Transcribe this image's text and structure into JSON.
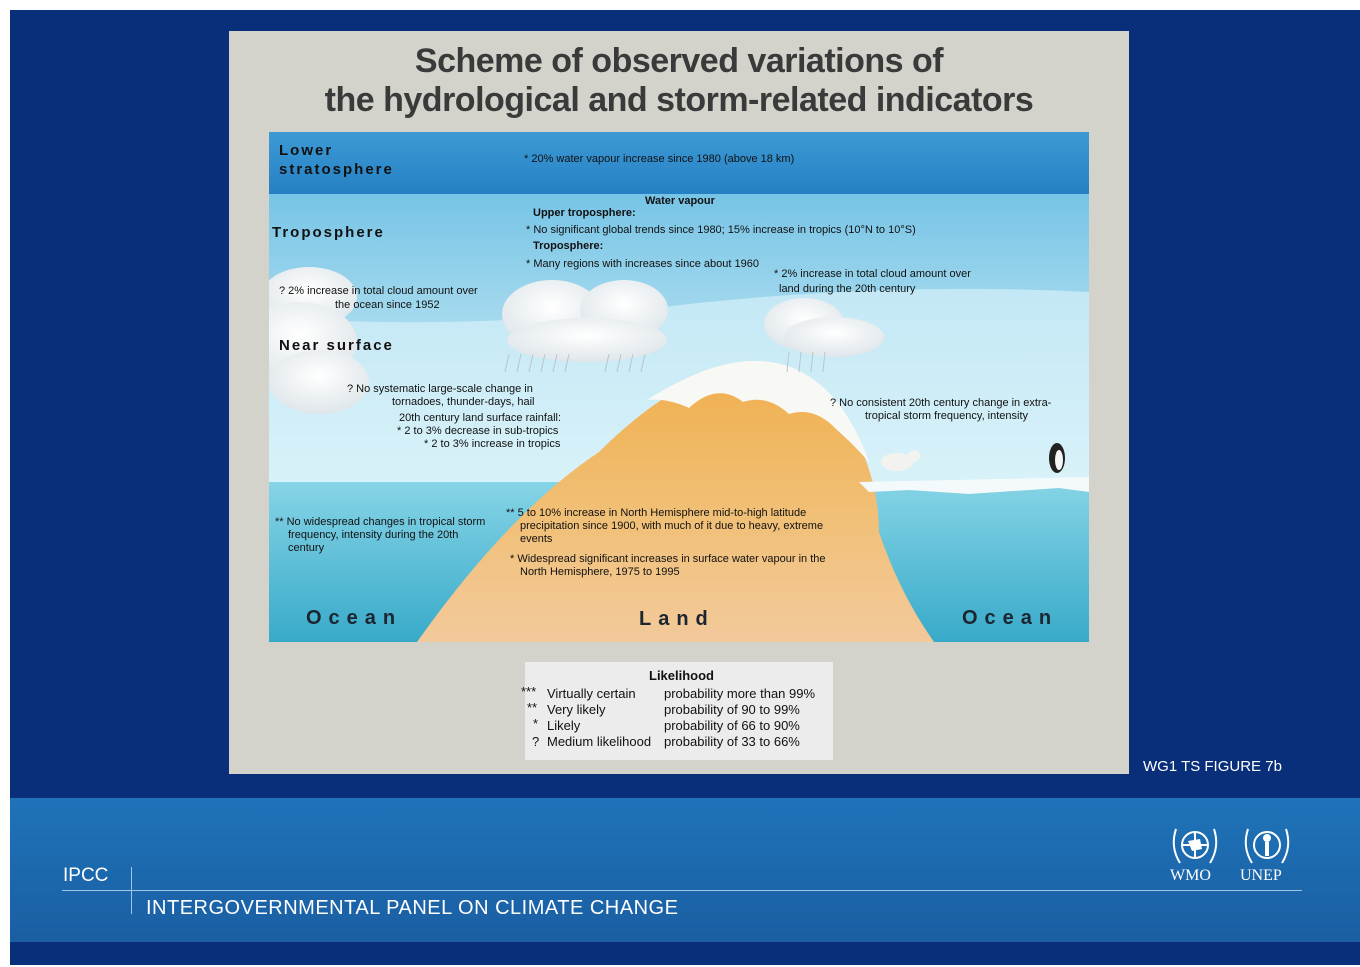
{
  "title": {
    "line1": "Scheme of observed variations of",
    "line2": "the hydrological and storm-related indicators"
  },
  "diagram": {
    "layers": {
      "lower_stratosphere_line1": "Lower",
      "lower_stratosphere_line2": "stratosphere",
      "troposphere": "Troposphere",
      "near_surface": "Near surface"
    },
    "regions": {
      "ocean_left": "Ocean",
      "land": "Land",
      "ocean_right": "Ocean"
    },
    "notes": {
      "stratosphere": "* 20% water vapour increase since 1980 (above 18 km)",
      "water_vapour_heading": "Water vapour",
      "upper_troposphere_heading": "Upper troposphere:",
      "upper_troposphere": "* No significant global trends since 1980; 15% increase in tropics (10°N to 10°S)",
      "troposphere_heading": "Troposphere:",
      "troposphere": "* Many regions with increases since about 1960",
      "cloud_land_1": "* 2% increase in total cloud amount over",
      "cloud_land_2": "land during the 20th century",
      "cloud_ocean_1": "? 2% increase in total cloud amount over",
      "cloud_ocean_2": "the ocean since 1952",
      "tornado_1": "? No systematic large-scale change in",
      "tornado_2": "tornadoes, thunder-days, hail",
      "rain_1": "20th century land surface rainfall:",
      "rain_2": "* 2 to 3% decrease in sub-tropics",
      "rain_3": "* 2 to 3% increase in tropics",
      "extratropical_1": "? No consistent 20th century change in extra-",
      "extratropical_2": "tropical storm frequency, intensity",
      "tropical_storm_1": "** No widespread changes in tropical storm",
      "tropical_storm_2": "frequency, intensity during the 20th",
      "tropical_storm_3": "century",
      "precip_1": "** 5 to 10% increase in North Hemisphere mid-to-high latitude",
      "precip_2": "precipitation since 1900, with much of it due to heavy, extreme",
      "precip_3": "events",
      "surface_vapour_1": "* Widespread significant increases in surface water vapour in the",
      "surface_vapour_2": "North Hemisphere, 1975 to 1995"
    }
  },
  "legend": {
    "title": "Likelihood",
    "rows": [
      {
        "symbol": "***",
        "term": "Virtually certain",
        "prob": "probability more than 99%"
      },
      {
        "symbol": "**",
        "term": "Very likely",
        "prob": "probability of 90 to 99%"
      },
      {
        "symbol": "*",
        "term": "Likely",
        "prob": "probability of 66 to 90%"
      },
      {
        "symbol": "?",
        "term": "Medium likelihood",
        "prob": "probability of 33 to 66%"
      }
    ]
  },
  "figure_label": "WG1 TS FIGURE 7b",
  "footer": {
    "short": "IPCC",
    "full": "INTERGOVERNMENTAL PANEL ON CLIMATE CHANGE",
    "logo_left": "WMO",
    "logo_right": "UNEP"
  },
  "colors": {
    "background": "#0a2f7a",
    "panel": "#d3d3cb",
    "stratosphere": "#2d8ccc",
    "troposphere": "#83cce8",
    "near_surface": "#cbecf6",
    "ocean": "#5fc0d9",
    "land": "#f0b462",
    "footer_band": "#1f73b8"
  }
}
